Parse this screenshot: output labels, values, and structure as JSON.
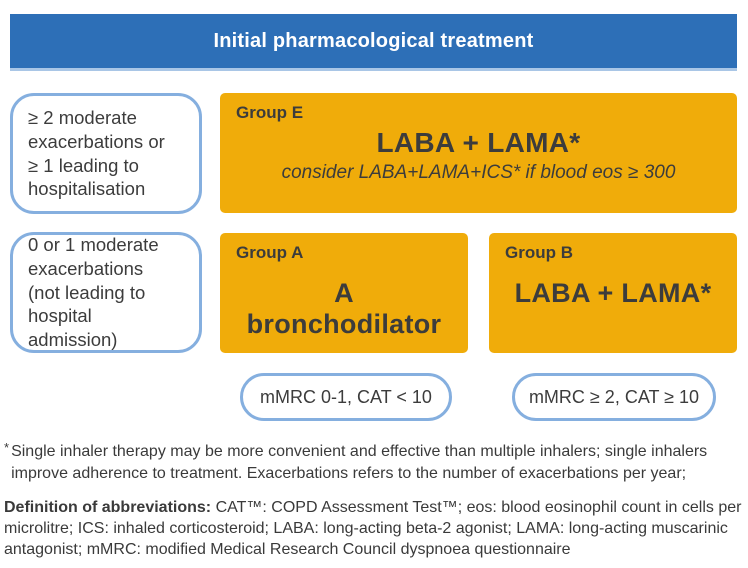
{
  "header": {
    "title": "Initial pharmacological treatment"
  },
  "colors": {
    "header_bg": "#2d6fb7",
    "header_border": "#a9c6e6",
    "group_box_orange": "#f0ac0a",
    "outline_blue": "#85afdf",
    "text_dark": "#3c3c3c"
  },
  "left_criteria": {
    "box1_lines": [
      "≥ 2 moderate",
      "exacerbations or",
      "≥ 1 leading to",
      "hospitalisation"
    ],
    "box2_lines": [
      "0 or 1 moderate",
      "exacerbations",
      "(not leading to",
      "hospital admission)"
    ]
  },
  "groups": {
    "e": {
      "label": "Group E",
      "treatment": "LABA + LAMA*",
      "note": "consider LABA+LAMA+ICS* if blood eos ≥ 300"
    },
    "a": {
      "label": "Group A",
      "treatment": "A bronchodilator"
    },
    "b": {
      "label": "Group B",
      "treatment": "LABA + LAMA*"
    }
  },
  "symptom_pills": {
    "left": "mMRC 0-1, CAT < 10",
    "right": "mMRC ≥ 2, CAT ≥ 10"
  },
  "footnotes": {
    "asterisk": "*",
    "note": "Single inhaler therapy may be more convenient and effective than multiple inhalers; single inhalers improve adherence to treatment. Exacerbations refers to the number of exacerbations per year;",
    "definitions_label": "Definition of abbreviations:",
    "definitions_text": " CAT™: COPD Assessment Test™; eos: blood eosinophil count in cells per microlitre; ICS: inhaled corticosteroid; LABA: long-acting beta-2 agonist; LAMA: long-acting muscarinic antagonist; mMRC: modified Medical Research Council dyspnoea questionnaire"
  }
}
